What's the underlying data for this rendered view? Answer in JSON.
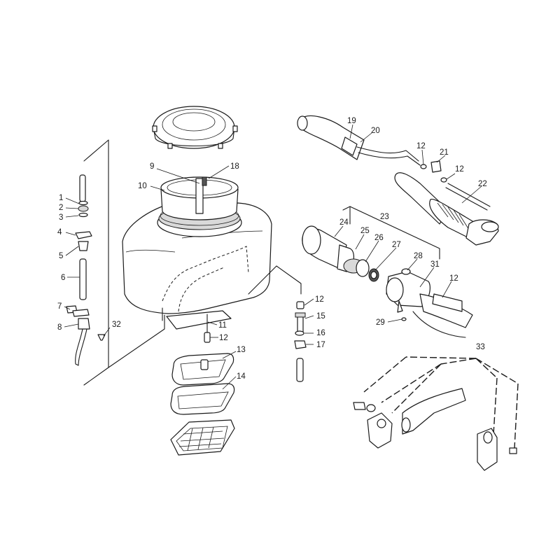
{
  "callouts": [
    "1",
    "2",
    "3",
    "4",
    "5",
    "6",
    "7",
    "8",
    "9",
    "10",
    "11",
    "12",
    "13",
    "14",
    "15",
    "16",
    "17",
    "18",
    "19",
    "20",
    "21",
    "22",
    "23",
    "24",
    "25",
    "26",
    "27",
    "28",
    "29",
    "31",
    "32",
    "33"
  ]
}
